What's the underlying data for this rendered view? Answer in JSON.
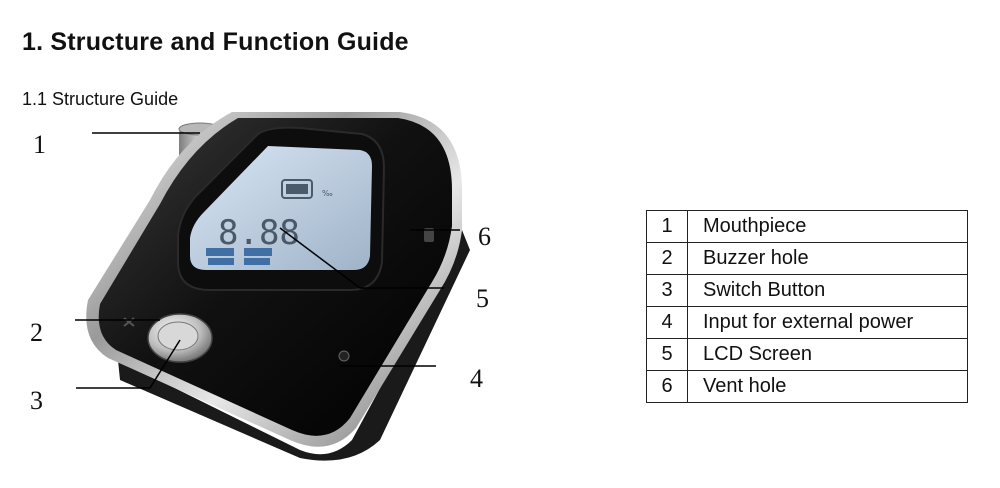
{
  "heading": "1. Structure and Function Guide",
  "subheading": "1.1 Structure Guide",
  "figure": {
    "callouts": [
      "1",
      "2",
      "3",
      "4",
      "5",
      "6"
    ],
    "lcd_digits": "8.88"
  },
  "legend": [
    {
      "num": "1",
      "label": "Mouthpiece"
    },
    {
      "num": "2",
      "label": "Buzzer hole"
    },
    {
      "num": "3",
      "label": "Switch Button"
    },
    {
      "num": "4",
      "label": "Input for external power"
    },
    {
      "num": "5",
      "label": "LCD Screen"
    },
    {
      "num": "6",
      "label": "Vent hole"
    }
  ]
}
